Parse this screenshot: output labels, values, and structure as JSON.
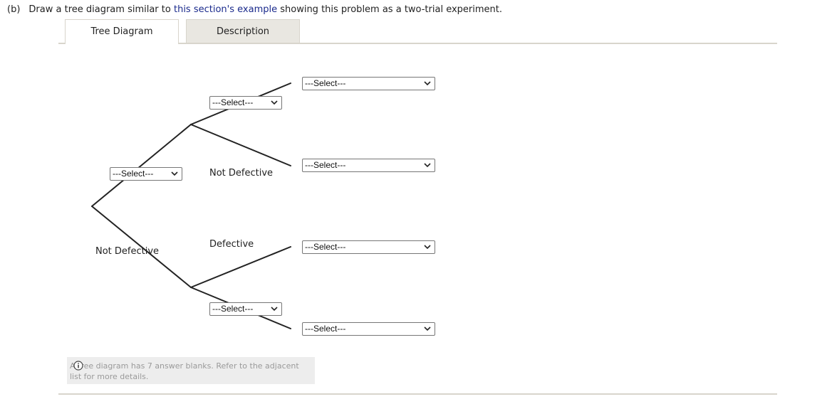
{
  "question": {
    "part": "(b)",
    "text_before": "Draw a tree diagram similar to",
    "link": "this section's example",
    "text_after": "showing this problem as a two-trial experiment."
  },
  "tabs": {
    "tree": "Tree Diagram",
    "description": "Description"
  },
  "tree": {
    "trial1_upper_select": "---Select---",
    "trial1_lower_label": "Not Defective",
    "trial2_upper_select": "---Select---",
    "trial2_upper_lower_label": "Not Defective",
    "trial2_lower_upper_label": "Defective",
    "trial2_lower_select": "---Select---",
    "outcome_1_select": "---Select---",
    "outcome_2_select": "---Select---",
    "outcome_3_select": "---Select---",
    "outcome_4_select": "---Select---"
  },
  "info": {
    "text": "A tree diagram has 7 answer blanks. Refer to the adjacent list for more details."
  },
  "colors": {
    "link": "#1a2a8c",
    "line": "#222222",
    "tab_inactive_bg": "#e9e7e1",
    "info_bg": "#ededed",
    "info_text": "#9a9a9a"
  }
}
